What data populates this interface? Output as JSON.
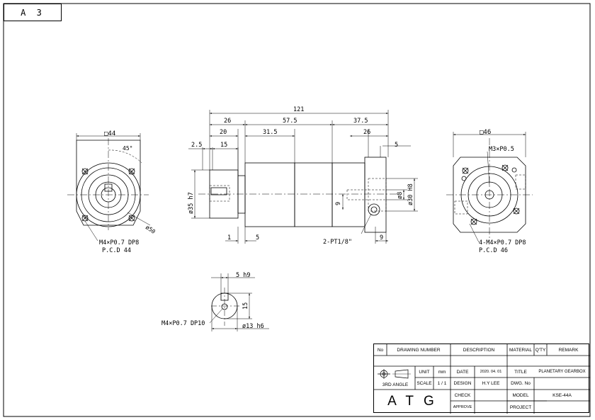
{
  "sheet": {
    "size_label": "A 3"
  },
  "front_view_left": {
    "square_dim": "□44",
    "angle": "45°",
    "diameter": "ø50",
    "thread_note": "M4×P0.7 DP8",
    "pcd_note": "P.C.D 44"
  },
  "side_view": {
    "overall_length": "121",
    "dim_26_left": "26",
    "dim_57_5": "57.5",
    "dim_37_5": "37.5",
    "dim_20": "20",
    "dim_31_5": "31.5",
    "dim_26_right": "26",
    "dim_2_5": "2.5",
    "dim_15": "15",
    "dim_5_top": "5",
    "dim_35_h7": "ø35 h7",
    "dim_9_left": "9",
    "dim_8": "ø8",
    "dim_30_h8": "ø30 H8",
    "dim_1": "1",
    "dim_5_bottom": "5",
    "port_note": "2-PT1/8\"",
    "dim_9_right": "9"
  },
  "front_view_right": {
    "square_dim": "□46",
    "screw_note": "M3×P0.5",
    "thread_note": "4-M4×P0.7 DP8",
    "pcd_note": "P.C.D 46"
  },
  "shaft_detail": {
    "key_width": "5 h9",
    "height": "15",
    "thread_note": "M4×P0.7 DP10",
    "diameter": "ø13 h6"
  },
  "title_block": {
    "headers": {
      "no": "No",
      "drawing_number": "DRAWING NUMBER",
      "description": "DESCRIPTION",
      "material": "MATERIAL",
      "qty": "Q'TY",
      "remark": "REMARK"
    },
    "projection_label": "3RD ANGLE",
    "unit_label": "UNIT",
    "unit_value": "mm",
    "scale_label": "SCALE",
    "scale_value": "1 / 1",
    "date_label": "DATE",
    "date_value": "2020. 04. 01",
    "design_label": "DESIGN",
    "design_value": "H.Y LEE",
    "check_label": "CHECK",
    "approve_label": "APPROVE",
    "title_label": "TITLE",
    "title_value": "PLANETARY GEARBOX",
    "dwg_no_label": "DWG. No",
    "model_label": "MODEL",
    "model_value": "KSE-44A",
    "project_label": "PROJECT",
    "logo_text": "ATG"
  }
}
